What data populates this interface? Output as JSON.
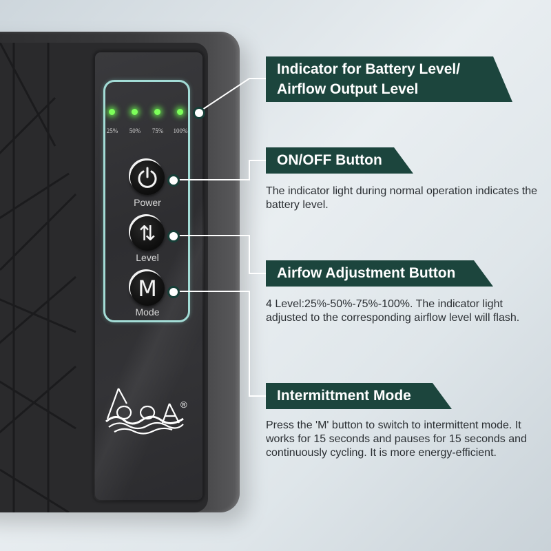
{
  "indicator": {
    "title_line1": "Indicator for Battery Level/",
    "title_line2": "Airflow Output Level",
    "levels": [
      "25%",
      "50%",
      "75%",
      "100%"
    ]
  },
  "power": {
    "button_label": "Power",
    "title": "ON/OFF Button",
    "description": "The indicator light during normal operation indicates the battery level."
  },
  "level": {
    "button_label": "Level",
    "button_glyph": "⇅",
    "title": "Airfow Adjustment Button",
    "description": "4 Level:25%-50%-75%-100%. The indicator light adjusted to the corresponding airflow level will flash."
  },
  "mode": {
    "button_label": "Mode",
    "button_glyph": "M",
    "title": "Intermittment Mode",
    "description": "Press the 'M' button to switch to intermittent mode. It works for 15 seconds and pauses for 15 seconds and continuously cycling. It is more energy-efficient."
  },
  "brand": {
    "registered_mark": "®"
  },
  "colors": {
    "banner": "#1c453d",
    "led": "#7dff5a",
    "frame": "#a3dcd6",
    "device": "#2a2a2c"
  }
}
